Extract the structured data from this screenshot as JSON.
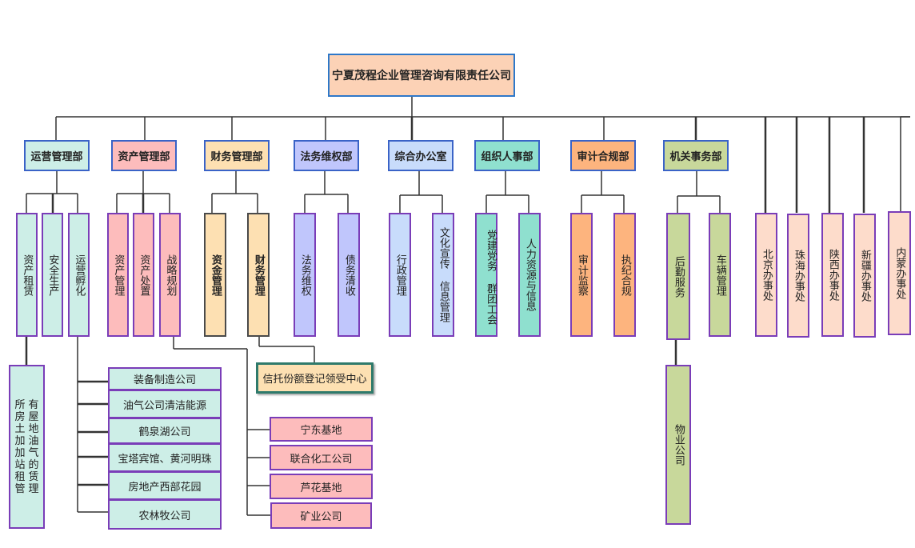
{
  "title": "宁夏茂程企业管理咨询有限责任公司",
  "colors": {
    "root_fill": "#fcd2b6",
    "ops": "#cdeee7",
    "asset": "#fdbcbc",
    "finance": "#fde0b2",
    "legal": "#c0c6fc",
    "office": "#c8dcfb",
    "hr": "#8fe0cf",
    "audit": "#fdb47e",
    "admin": "#c8d89b",
    "branch": "#fddccb"
  },
  "departments": [
    {
      "name": "运营管理部",
      "units": [
        "资产租赁",
        "安全生产",
        "运营孵化"
      ]
    },
    {
      "name": "资产管理部",
      "units": [
        "资产管理",
        "资产处置",
        "战略规划"
      ]
    },
    {
      "name": "财务管理部",
      "units": [
        "资金管理",
        "财务管理"
      ]
    },
    {
      "name": "法务维权部",
      "units": [
        "法务维权",
        "债务清收"
      ]
    },
    {
      "name": "综合办公室",
      "units": [
        "行政管理",
        "文化宣传 信息管理"
      ]
    },
    {
      "name": "组织人事部",
      "units": [
        "党建党务 群团工会",
        "人力资源与信息"
      ]
    },
    {
      "name": "审计合规部",
      "units": [
        "审计监察",
        "执纪合规"
      ]
    },
    {
      "name": "机关事务部",
      "units": [
        "后勤服务",
        "车辆管理"
      ]
    }
  ],
  "branches": [
    "北京办事处",
    "珠海办事处",
    "陕西办事处",
    "新疆办事处",
    "内蒙办事处"
  ],
  "lease_detail": "所有房屋土地加油加气站的租赁管理",
  "incubation_companies": [
    "装备制造公司",
    "油气公司清洁能源",
    "鹤泉湖公司",
    "宝塔宾馆、黄河明珠",
    "房地产西部花园",
    "农林牧公司"
  ],
  "strategy_bases": [
    "宁东基地",
    "联合化工公司",
    "芦花基地",
    "矿业公司"
  ],
  "trust_center": "信托份额登记领受中心",
  "property_company": "物业公司"
}
